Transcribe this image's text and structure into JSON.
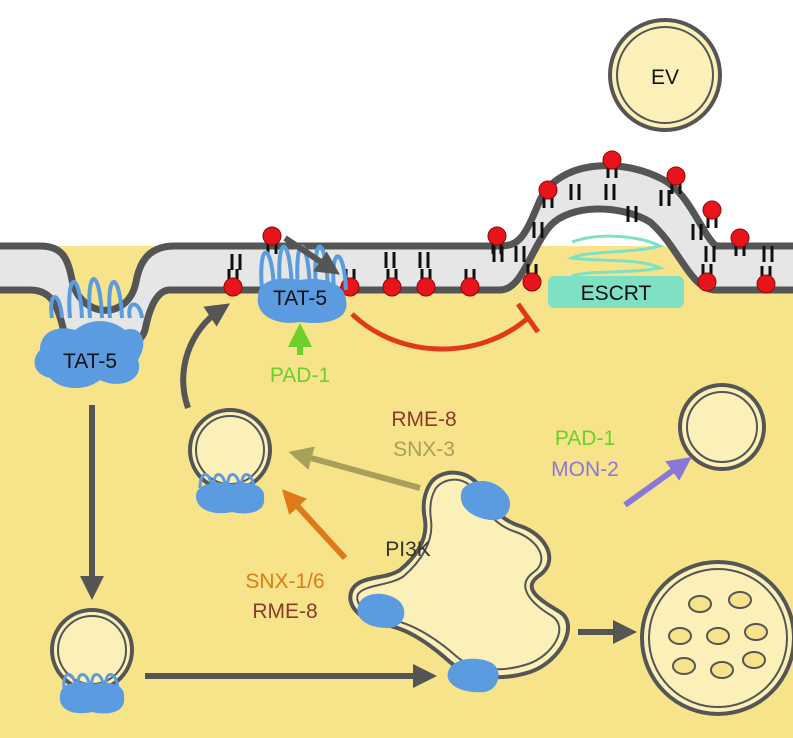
{
  "labels": {
    "ev": "EV",
    "tat5_left": "TAT-5",
    "tat5_membrane": "TAT-5",
    "pad1_top": "PAD-1",
    "escrt": "ESCRT",
    "rme8_top": "RME-8",
    "snx3": "SNX-3",
    "pad1_right": "PAD-1",
    "mon2": "MON-2",
    "pi3k": "PI3K",
    "snx16": "SNX-1/6",
    "rme8_bottom": "RME-8"
  },
  "colors": {
    "cytoplasm": "#f7e48a",
    "vesicle_fill": "#fbf1b8",
    "membrane": "#555555",
    "lumen": "#e6e6e6",
    "tat5_blue": "#5b9be0",
    "lipid_head_red": "#e8141c",
    "escrt_teal": "#7fe0c4",
    "arrow_gray": "#555555",
    "pad1_green": "#6ccf2a",
    "rme8_brown": "#8b3a2a",
    "snx3_olive": "#a6a05a",
    "snx16_orange": "#e07a18",
    "mon2_purple": "#8a78d8",
    "inhibit_red": "#e03a1a"
  }
}
